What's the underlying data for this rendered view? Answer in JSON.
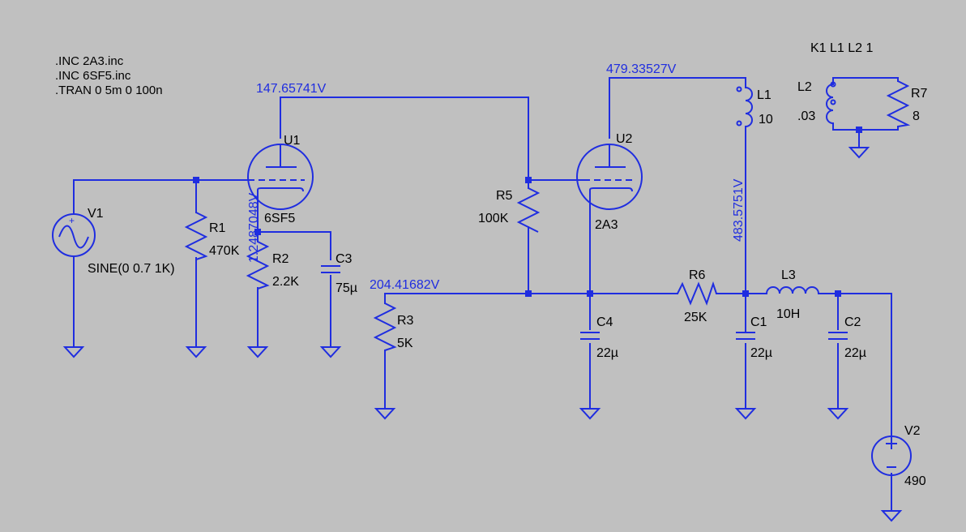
{
  "directives": [
    ".INC 2A3.inc",
    ".INC 6SF5.inc",
    ".TRAN 0 5m 0 100n"
  ],
  "coupling": "K1 L1 L2 1",
  "node_voltages": {
    "u1_plate": "147.65741V",
    "u2_plate": "479.33527V",
    "u1_cathode": "1.2487048V",
    "u2_cathode": "204.41682V",
    "b_plus": "483.5751V"
  },
  "components": {
    "V1": {
      "name": "V1",
      "value": "SINE(0 0.7 1K)"
    },
    "R1": {
      "name": "R1",
      "value": "470K"
    },
    "U1": {
      "name": "U1",
      "value": "6SF5"
    },
    "R2": {
      "name": "R2",
      "value": "2.2K"
    },
    "C3": {
      "name": "C3",
      "value": "75µ"
    },
    "R3": {
      "name": "R3",
      "value": "5K"
    },
    "R5": {
      "name": "R5",
      "value": "100K"
    },
    "U2": {
      "name": "U2",
      "value": "2A3"
    },
    "C4": {
      "name": "C4",
      "value": "22µ"
    },
    "R6": {
      "name": "R6",
      "value": "25K"
    },
    "C1": {
      "name": "C1",
      "value": "22µ"
    },
    "L3": {
      "name": "L3",
      "value": "10H"
    },
    "C2": {
      "name": "C2",
      "value": "22µ"
    },
    "V2": {
      "name": "V2",
      "value": "490"
    },
    "L1": {
      "name": "L1",
      "value": "10"
    },
    "L2": {
      "name": "L2",
      "value": ".03"
    },
    "R7": {
      "name": "R7",
      "value": "8"
    }
  },
  "colors": {
    "wire": "#1f2de0",
    "background": "#c0c0c0",
    "label": "#000000"
  }
}
